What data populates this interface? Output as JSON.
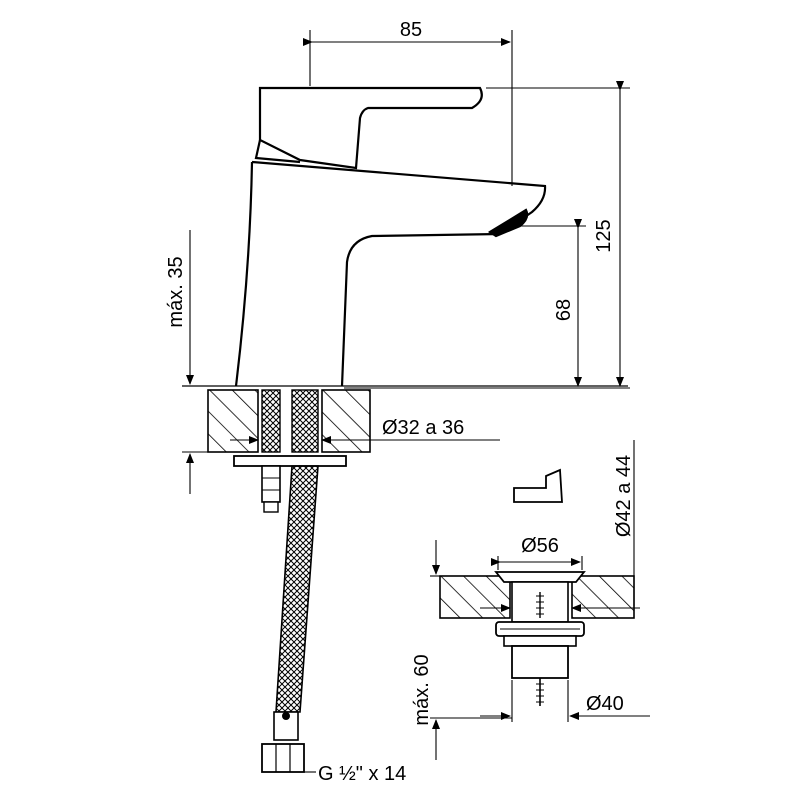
{
  "colors": {
    "line": "#000000",
    "background": "#ffffff"
  },
  "dims": {
    "width_85": "85",
    "height_125": "125",
    "spout_68": "68",
    "max_thickness_35": "máx. 35",
    "hole_dia": "Ø32 a 36",
    "connection": "G ½\" x 14",
    "waste_top_dia": "Ø56",
    "waste_hole_dia": "Ø42 a 44",
    "waste_body_dia": "Ø40",
    "waste_max_60": "máx. 60"
  }
}
